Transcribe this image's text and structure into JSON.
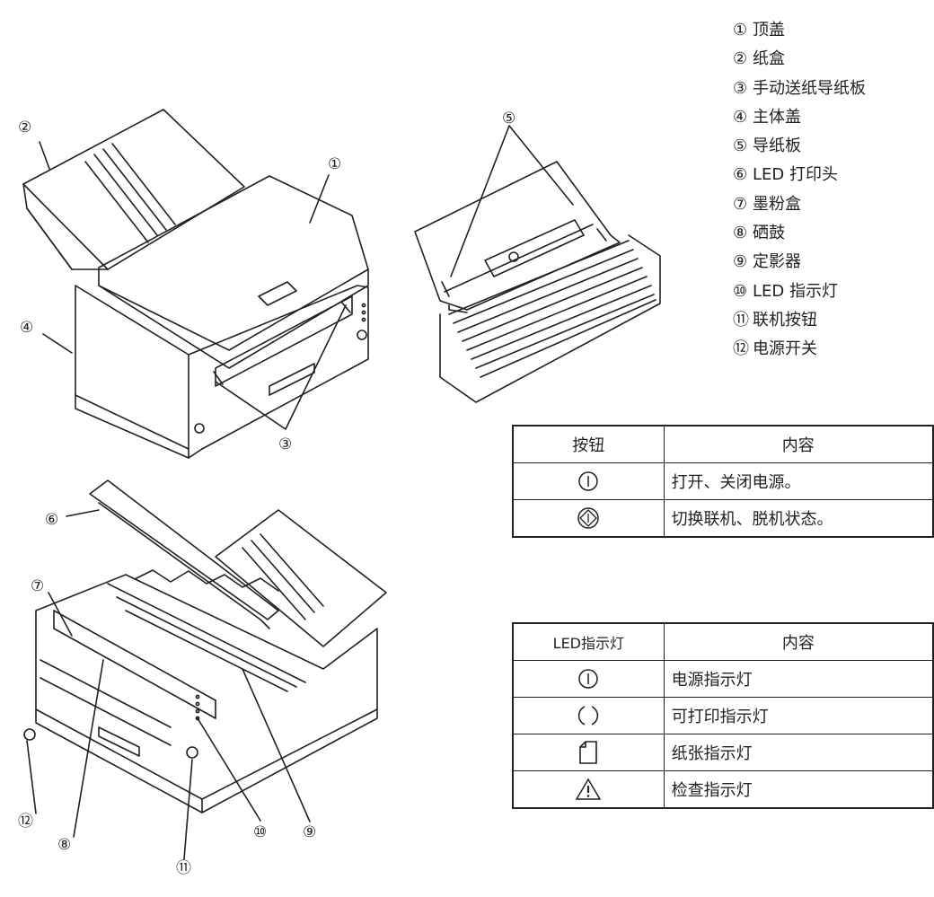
{
  "callouts": {
    "c1": "①",
    "c2": "②",
    "c3": "③",
    "c4": "④",
    "c5": "⑤",
    "c6": "⑥",
    "c7": "⑦",
    "c8": "⑧",
    "c9": "⑨",
    "c10": "⑩",
    "c11": "⑪",
    "c12": "⑫"
  },
  "legend": [
    {
      "num": "①",
      "label": "顶盖"
    },
    {
      "num": "②",
      "label": "纸盒"
    },
    {
      "num": "③",
      "label": "手动送纸导纸板"
    },
    {
      "num": "④",
      "label": "主体盖"
    },
    {
      "num": "⑤",
      "label": "导纸板"
    },
    {
      "num": "⑥",
      "label": "LED 打印头"
    },
    {
      "num": "⑦",
      "label": "墨粉盒"
    },
    {
      "num": "⑧",
      "label": "硒鼓"
    },
    {
      "num": "⑨",
      "label": "定影器"
    },
    {
      "num": "⑩",
      "label": "LED 指示灯"
    },
    {
      "num": "⑪",
      "label": "联机按钮"
    },
    {
      "num": "⑫",
      "label": "电源开关"
    }
  ],
  "button_table": {
    "header": [
      "按钮",
      "内容"
    ],
    "rows": [
      {
        "icon": "power-icon",
        "text": "打开、关闭电源。"
      },
      {
        "icon": "online-button-icon",
        "text": "切换联机、脱机状态。"
      }
    ]
  },
  "led_table": {
    "header": [
      "LED指示灯",
      "内容"
    ],
    "rows": [
      {
        "icon": "power-icon",
        "text": "电源指示灯"
      },
      {
        "icon": "ready-icon",
        "text": "可打印指示灯"
      },
      {
        "icon": "paper-icon",
        "text": "纸张指示灯"
      },
      {
        "icon": "warning-icon",
        "text": "检查指示灯"
      }
    ]
  }
}
